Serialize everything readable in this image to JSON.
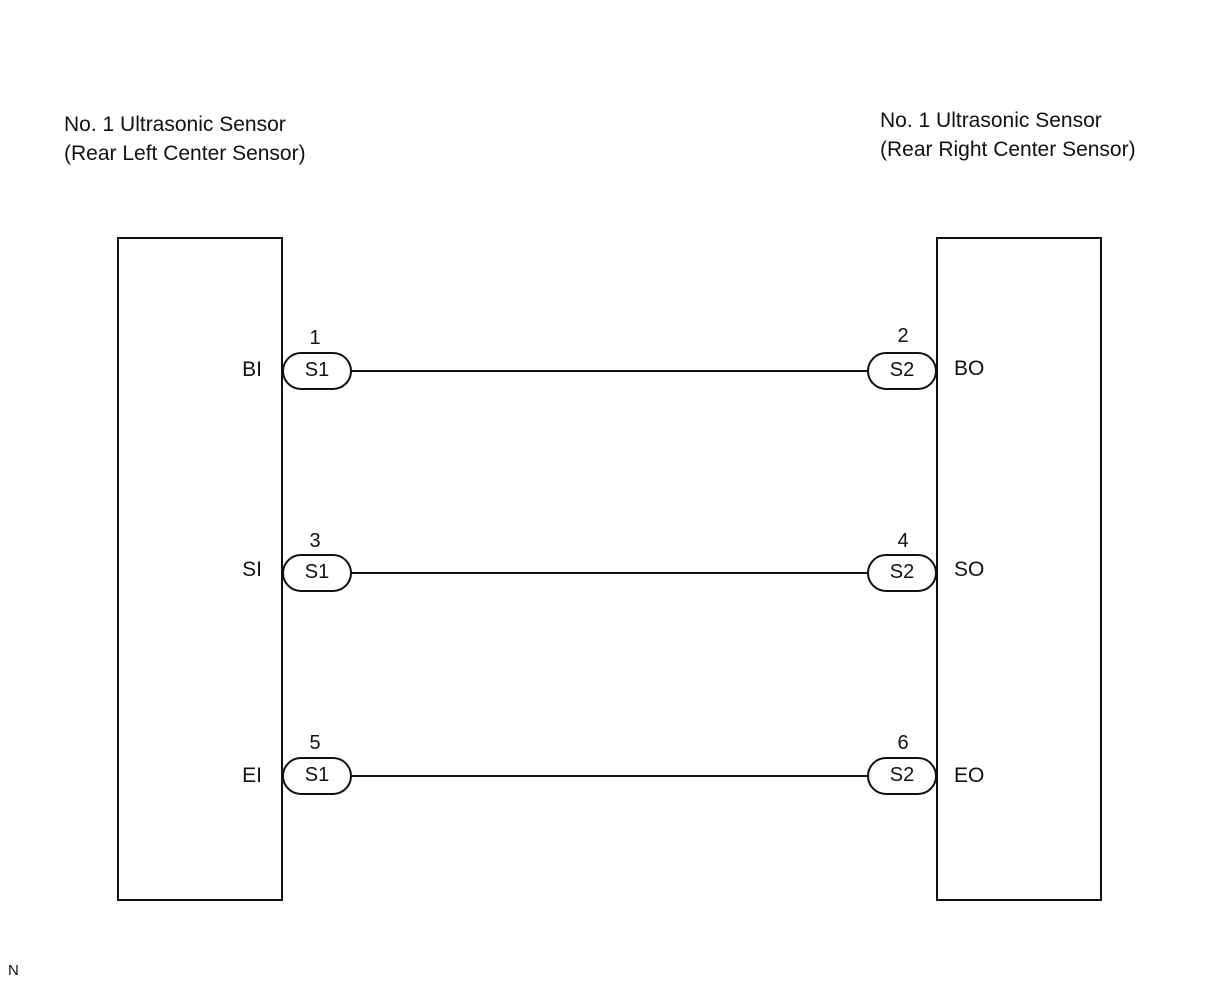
{
  "left_component": {
    "title_line1": "No. 1 Ultrasonic Sensor",
    "title_line2": "(Rear Left Center Sensor)"
  },
  "right_component": {
    "title_line1": "No. 1 Ultrasonic Sensor",
    "title_line2": "(Rear Right Center Sensor)"
  },
  "connections": [
    {
      "left_terminal": "BI",
      "left_pin": "1",
      "left_connector": "S1",
      "right_pin": "2",
      "right_connector": "S2",
      "right_terminal": "BO"
    },
    {
      "left_terminal": "SI",
      "left_pin": "3",
      "left_connector": "S1",
      "right_pin": "4",
      "right_connector": "S2",
      "right_terminal": "SO"
    },
    {
      "left_terminal": "EI",
      "left_pin": "5",
      "left_connector": "S1",
      "right_pin": "6",
      "right_connector": "S2",
      "right_terminal": "EO"
    }
  ],
  "footnote": "N",
  "colors": {
    "line": "#111111",
    "background": "#ffffff"
  }
}
